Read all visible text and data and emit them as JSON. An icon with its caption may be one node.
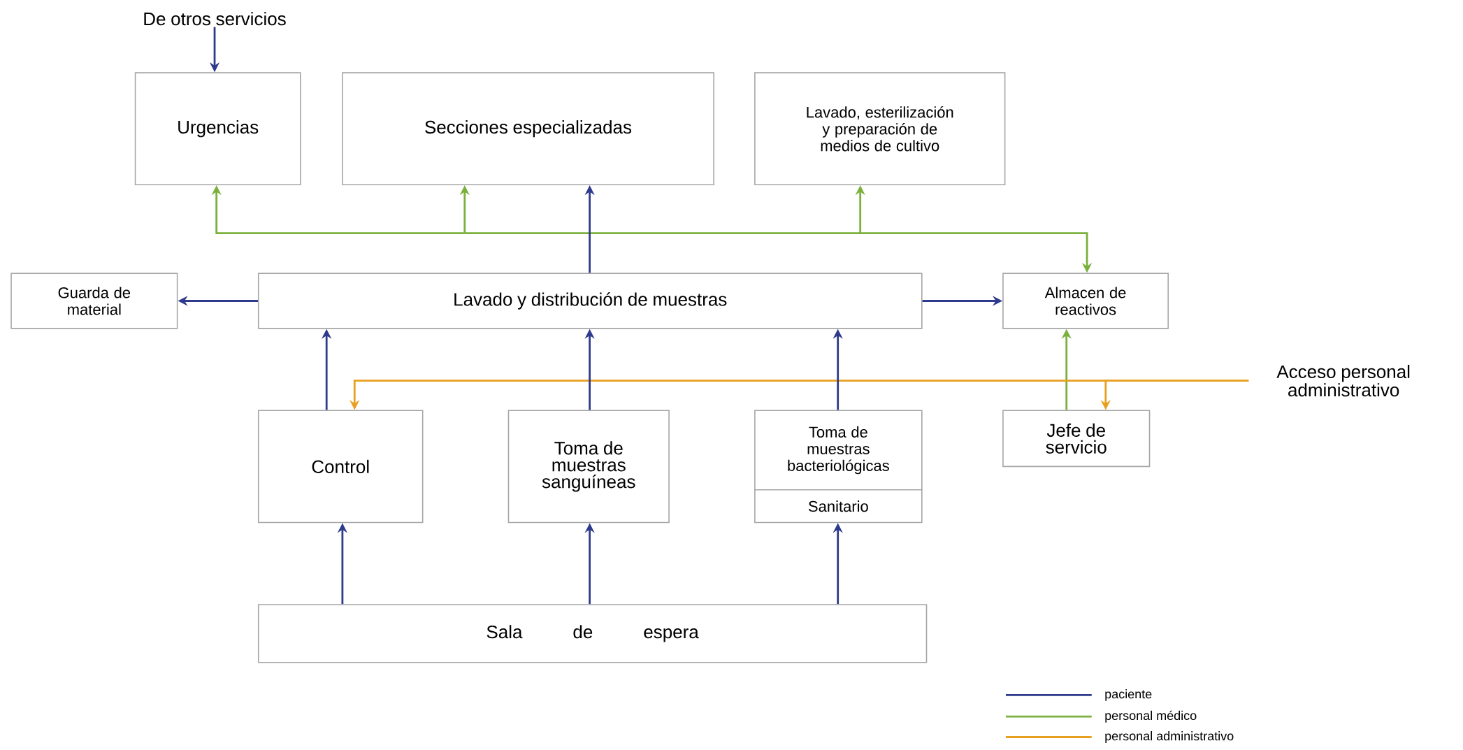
{
  "diagram": {
    "nodes": [
      {
        "text": [
          "De otros servicios"
        ]
      },
      {
        "text": [
          "Urgencias"
        ]
      },
      {
        "text": [
          "Secciones especializadas"
        ]
      },
      {
        "text": [
          "Lavado, esterilización y preparación de medios de cultivo"
        ]
      },
      {
        "text": [
          "Guarda de material"
        ]
      },
      {
        "text": [
          "Lavado y distribución de muestras"
        ]
      },
      {
        "text": [
          "Almacen de reactivos"
        ]
      },
      {
        "text": [
          "Acceso personal administrativo"
        ]
      },
      {
        "text": [
          "Control"
        ]
      },
      {
        "text": [
          "Toma de muestras sanguíneas"
        ]
      },
      {
        "text": [
          "Toma de muestras bacteriológicas"
        ]
      },
      {
        "text": [
          "Sanitario"
        ]
      },
      {
        "text": [
          "Jefe de servicio"
        ]
      },
      {
        "text": [
          "Sala de espera"
        ]
      }
    ],
    "edges": [
      {
        "from": 0,
        "to": 1,
        "arrow": "to"
      },
      {
        "from": null,
        "to": 1,
        "arrow": "to",
        "color": "#7ab03c"
      },
      {
        "from": null,
        "to": 2,
        "arrow": "to",
        "color": "#7ab03c"
      },
      {
        "from": null,
        "to": 3,
        "arrow": "to",
        "color": "#7ab03c"
      },
      {
        "from": null,
        "to": 6,
        "arrow": "to",
        "color": "#7ab03c"
      },
      {
        "from": 5,
        "to": 2,
        "arrow": "to"
      },
      {
        "from": 5,
        "to": 4,
        "arrow": "to"
      },
      {
        "from": 5,
        "to": 6,
        "arrow": "to"
      },
      {
        "from": 12,
        "to": 6,
        "arrow": "to",
        "color": "#7ab03c"
      },
      {
        "from": 7,
        "to": 8,
        "arrow": "to",
        "color": "#e8a020"
      },
      {
        "from": 7,
        "to": 12,
        "arrow": "to",
        "color": "#e8a020"
      },
      {
        "from": 8,
        "to": 5,
        "arrow": "to"
      },
      {
        "from": 9,
        "to": 5,
        "arrow": "to"
      },
      {
        "from": 10,
        "to": 5,
        "arrow": "to"
      },
      {
        "from": 13,
        "to": 8,
        "arrow": "to"
      },
      {
        "from": 13,
        "to": 9,
        "arrow": "to"
      },
      {
        "from": 13,
        "to": 11,
        "arrow": "to"
      }
    ],
    "legend": [
      {
        "text": "paciente"
      },
      {
        "text": "personal médico"
      },
      {
        "text": "personal administrativo"
      }
    ]
  }
}
